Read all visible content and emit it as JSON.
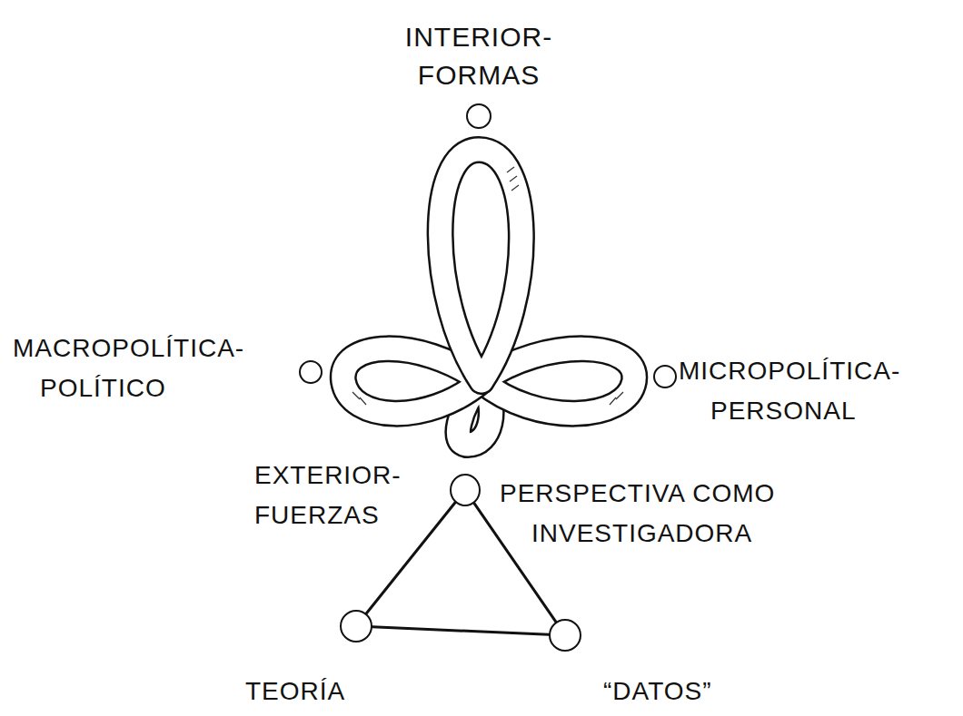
{
  "diagram": {
    "nodes": [
      {
        "text": [
          "INTERIOR- FORMAS"
        ]
      },
      {
        "text": [
          "MACROPOLÍTICA- POLÍTICO"
        ]
      },
      {
        "text": [
          "MICROPOLÍTICA- PERSONAL"
        ]
      },
      {
        "text": [
          "EXTERIOR- FUERZAS",
          "PERSPECTIVA COMO INVESTIGADORA"
        ]
      },
      {
        "text": [
          "TEORÍA"
        ]
      },
      {
        "text": [
          "“DATOS”"
        ]
      }
    ],
    "edges": [
      {
        "from": 3,
        "to": 4,
        "arrow": "none"
      },
      {
        "from": 3,
        "to": 5,
        "arrow": "none"
      },
      {
        "from": 4,
        "to": 5,
        "arrow": "none"
      }
    ]
  }
}
